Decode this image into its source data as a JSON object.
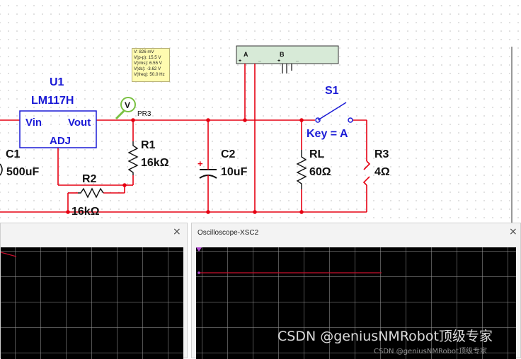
{
  "regulator": {
    "ref": "U1",
    "part": "LM117H",
    "vin": "Vin",
    "vout": "Vout",
    "adj": "ADJ"
  },
  "probe": {
    "icon_letter": "V",
    "ref": "PR3",
    "readings": [
      "V: 826 mV",
      "V(p-p): 15.5 V",
      "V(rms): 6.55 V",
      "V(dc): -3.62 V",
      "V(freq): 50.0 Hz"
    ]
  },
  "components": {
    "c1": {
      "ref": "C1",
      "value": "500uF"
    },
    "r1": {
      "ref": "R1",
      "value": "16kΩ"
    },
    "r2": {
      "ref": "R2",
      "value": "16kΩ"
    },
    "c2": {
      "ref": "C2",
      "value": "10uF",
      "polarity": "+"
    },
    "rl": {
      "ref": "RL",
      "value": "60Ω"
    },
    "r3": {
      "ref": "R3",
      "value": "4Ω"
    },
    "s1": {
      "ref": "S1",
      "key": "Key = A"
    }
  },
  "instrument": {
    "channel_a": "A",
    "channel_b": "B",
    "plus": "+",
    "minus": "_"
  },
  "oscilloscopes": [
    {
      "title": "",
      "close": "×"
    },
    {
      "title": "Oscilloscope-XSC2",
      "close": "×"
    }
  ],
  "watermark": {
    "main": "CSDN @geniusNMRobot顶级专家",
    "small": "CSDN @geniusNMRobot顶级专家"
  },
  "colors": {
    "wire": "#e60012",
    "component_blue": "#1a1ad6",
    "probe_green": "#7ac142",
    "trace_red": "#c8102e"
  }
}
